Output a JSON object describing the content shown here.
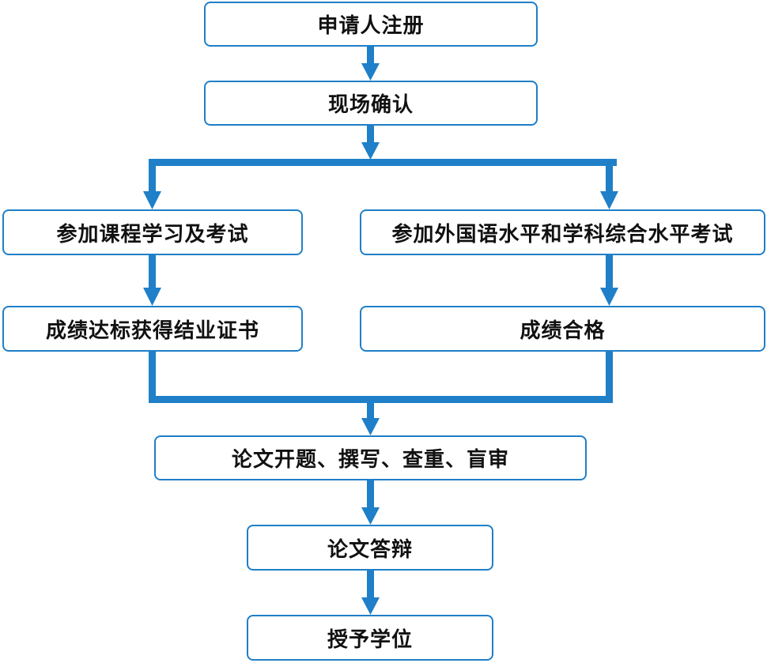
{
  "colors": {
    "connector": "#1f7fc8",
    "box_border": "#1f7fc8",
    "text": "#111111"
  },
  "nodes": {
    "register": "申请人注册",
    "onsite_confirm": "现场确认",
    "course_exam": "参加课程学习及考试",
    "language_exam": "参加外国语水平和学科综合水平考试",
    "certificate": "成绩达标获得结业证书",
    "pass": "成绩合格",
    "thesis_process": "论文开题、撰写、查重、盲审",
    "defense": "论文答辩",
    "degree": "授予学位"
  }
}
